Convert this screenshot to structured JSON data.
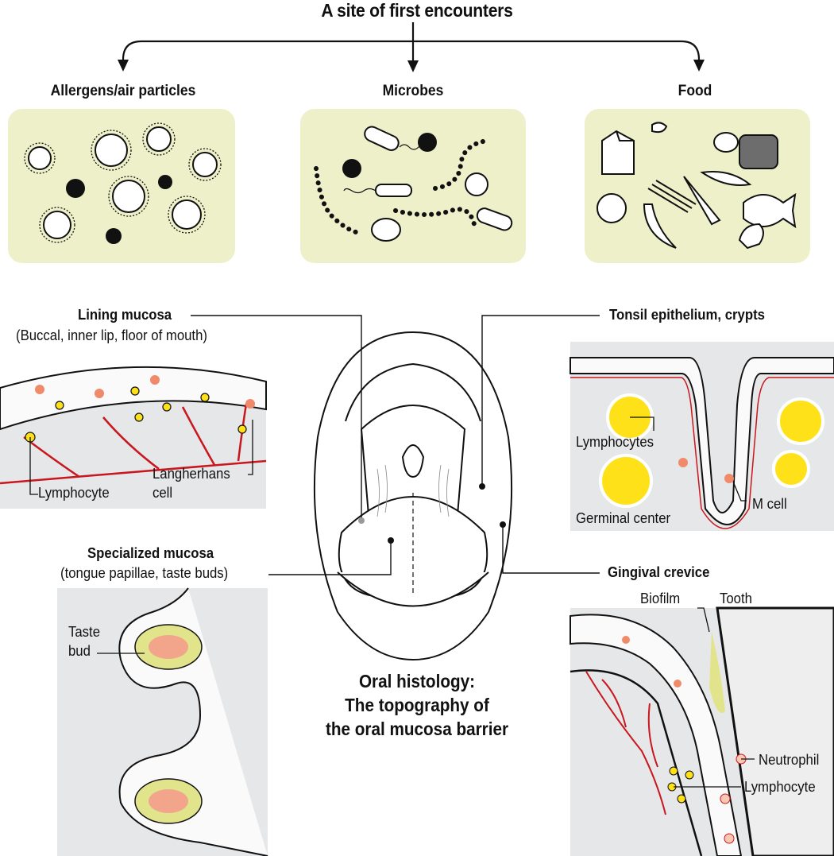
{
  "title": "A site of first encounters",
  "categories": {
    "allergens": "Allergens/air particles",
    "microbes": "Microbes",
    "food": "Food"
  },
  "sites": {
    "lining": {
      "title": "Lining mucosa",
      "subtitle": "(Buccal, inner lip, floor of mouth)",
      "lymphocyte": "Lymphocyte",
      "langerhans_1": "Langherhans",
      "langerhans_2": "cell"
    },
    "tonsil": {
      "title": "Tonsil epithelium, crypts",
      "lymphocytes": "Lymphocytes",
      "germinal": "Germinal center",
      "mcell": "M cell"
    },
    "specialized": {
      "title": "Specialized mucosa",
      "subtitle": "(tongue papillae, taste buds)",
      "taste_1": "Taste",
      "taste_2": "bud"
    },
    "gingival": {
      "title": "Gingival crevice",
      "biofilm": "Biofilm",
      "tooth": "Tooth",
      "neutrophil": "Neutrophil",
      "lymphocyte": "Lymphocyte"
    }
  },
  "center_caption": {
    "line1": "Oral histology:",
    "line2": "The topography of",
    "line3": "the oral mucosa barrier"
  },
  "colors": {
    "panel": "#eef0c9",
    "tissue": "#e4e5e6",
    "vessel": "#c8171e",
    "lymphocyte": "#ffe11a",
    "langerhans": "#f08a6a"
  }
}
